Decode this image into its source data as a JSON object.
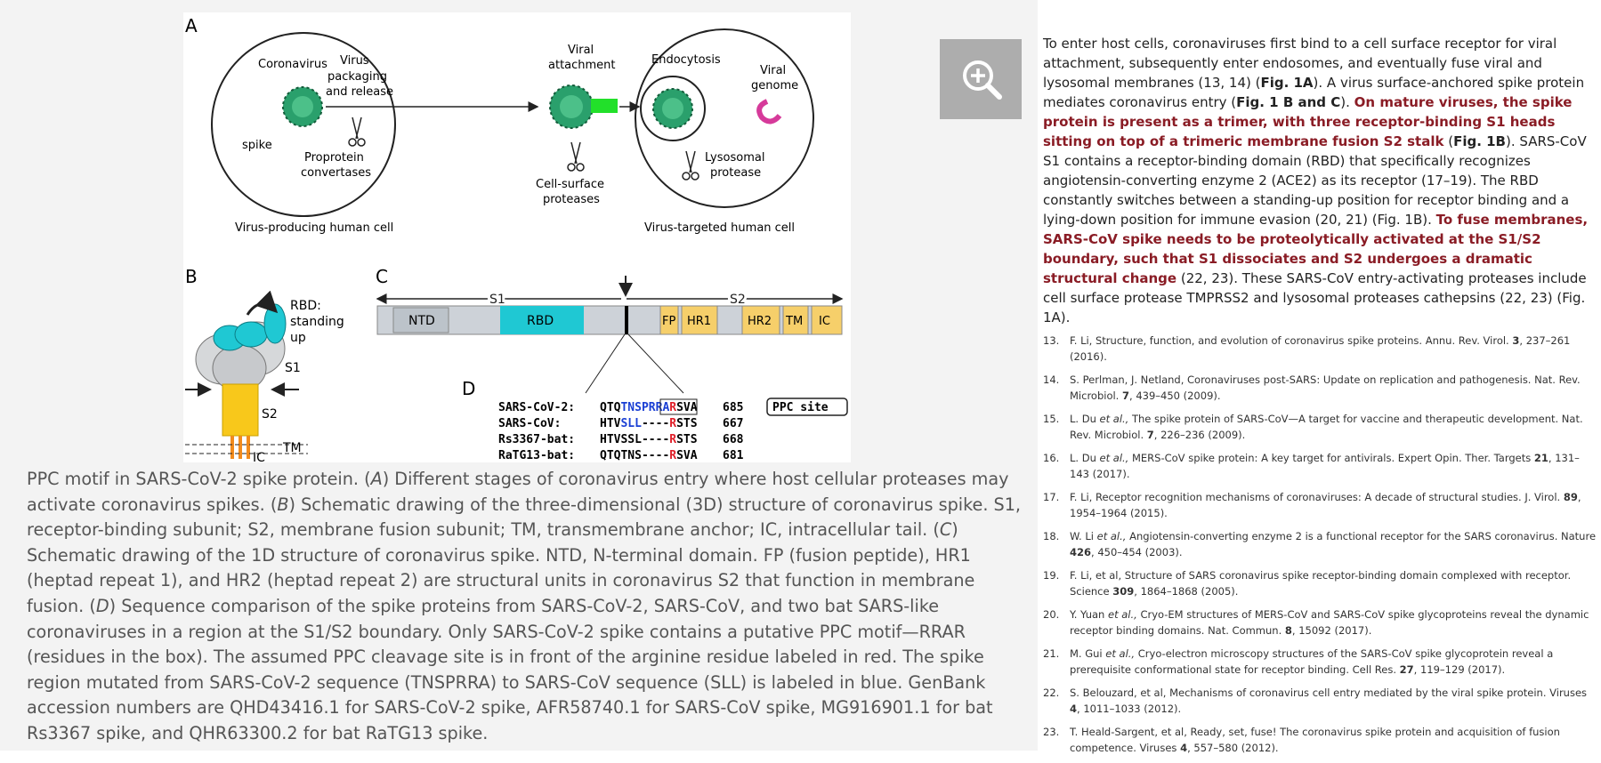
{
  "figure": {
    "panels": {
      "a": "A",
      "b": "B",
      "c": "C",
      "d": "D"
    },
    "panel_a": {
      "coronavirus": "Coronavirus",
      "virus_packaging": [
        "Virus",
        "packaging",
        "and release"
      ],
      "spike": "spike",
      "proprotein": [
        "Proprotein",
        "convertases"
      ],
      "viral_attachment": [
        "Viral",
        "attachment"
      ],
      "cell_surface": [
        "Cell-surface",
        "proteases"
      ],
      "endocytosis": "Endocytosis",
      "viral_genome": [
        "Viral",
        "genome"
      ],
      "lysosomal": [
        "Lysosomal",
        "protease"
      ],
      "producing_cell": "Virus-producing human cell",
      "targeted_cell": "Virus-targeted human cell"
    },
    "panel_b": {
      "rbd": [
        "RBD:",
        "standing",
        "up"
      ],
      "s1": "S1",
      "s2": "S2",
      "tm": "TM",
      "ic": "IC"
    },
    "panel_c": {
      "s1": "S1",
      "s2": "S2",
      "domains": [
        "NTD",
        "RBD",
        "FP",
        "HR1",
        "HR2",
        "TM",
        "IC"
      ]
    },
    "panel_d": {
      "ppc_site": "PPC site",
      "rows": [
        {
          "name": "SARS-CoV-2:",
          "p1": "QTQ",
          "p2": "TNSP",
          "p3": "RRA",
          "p4": "R",
          "p5": "SVA",
          "num": "685"
        },
        {
          "name": "SARS-CoV:",
          "p1": "HTV",
          "p2": "SLL",
          "p3": "----",
          "p4": "R",
          "p5": "STS",
          "num": "667"
        },
        {
          "name": "Rs3367-bat:",
          "p1": "HTVSSL",
          "p2": "",
          "p3": "----",
          "p4": "R",
          "p5": "STS",
          "num": "668"
        },
        {
          "name": "RaTG13-bat:",
          "p1": "QTQTNS",
          "p2": "",
          "p3": "----",
          "p4": "R",
          "p5": "SVA",
          "num": "681"
        }
      ]
    },
    "colors": {
      "rbd": "#1fc8d3",
      "yellow": "#f6cf6a",
      "grey": "#cdd2d8",
      "red": "#e0202a",
      "blue": "#1a3fd4",
      "virus": "#2aa06c"
    }
  },
  "zoom_icon": "zoom-in-icon",
  "caption": {
    "intro": "PPC motif in SARS-CoV-2 spike protein. (",
    "a": "A",
    "t1": ") Different stages of coronavirus entry where host cellular proteases may activate coronavirus spikes. (",
    "b": "B",
    "t2": ") Schematic drawing of the three-dimensional (3D) structure of coronavirus spike. S1, receptor-binding subunit; S2, membrane fusion subunit; TM, transmembrane anchor; IC, intracellular tail. (",
    "c": "C",
    "t3": ") Schematic drawing of the 1D structure of coronavirus spike. NTD, N-terminal domain. FP (fusion peptide), HR1 (heptad repeat 1), and HR2 (heptad repeat 2) are structural units in coronavirus S2 that function in membrane fusion. (",
    "d": "D",
    "t4": ") Sequence comparison of the spike proteins from SARS-CoV-2, SARS-CoV, and two bat SARS-like coronaviruses in a region at the S1/S2 boundary. Only SARS-CoV-2 spike contains a putative PPC motif—RRAR (residues in the box). The assumed PPC cleavage site is in front of the arginine residue labeled in red. The spike region mutated from SARS-CoV-2 sequence (TNSPRRA) to SARS-CoV sequence (SLL) is labeled in blue. GenBank accession numbers are QHD43416.1 for SARS-CoV-2 spike, AFR58740.1 for SARS-CoV spike, MG916901.1 for bat Rs3367 spike, and QHR63300.2 for bat RaTG13 spike."
  },
  "body": {
    "s1": "To enter host cells, coronaviruses first bind to a cell surface receptor for viral attachment, subsequently enter endosomes, and eventually fuse viral and lysosomal membranes (13, 14) (",
    "f1": "Fig. 1A",
    "s2": "). A virus surface-anchored spike protein mediates coronavirus entry (",
    "f2": "Fig. 1 B and C",
    "s3": "). ",
    "h1": "On mature viruses, the spike protein is present as a trimer, with three receptor-binding S1 heads sitting on top of a trimeric membrane fusion S2 stalk",
    "s4": " (",
    "f3": "Fig. 1B",
    "s5": "). SARS-CoV S1 contains a receptor-binding domain (RBD) that specifically recognizes angiotensin-converting enzyme 2 (ACE2) as its receptor (17–19). The RBD constantly switches between a standing-up position for receptor binding and a lying-down position for immune evasion (20, 21) (Fig. 1B). ",
    "h2": "To fuse membranes, SARS-CoV spike needs to be proteolytically activated at the S1/S2 boundary, such that S1 dissociates and S2 undergoes a dramatic structural change",
    "s6": " (22, 23). These SARS-CoV entry-activating proteases include cell surface protease TMPRSS2 and lysosomal proteases cathepsins (22, 23) (Fig. 1A)."
  },
  "references": [
    {
      "num": "13.",
      "pre": "F. Li, Structure, function, and evolution of coronavirus spike proteins. Annu. Rev. Virol. ",
      "vol": "3",
      "post": ", 237–261 (2016).",
      "etal": ""
    },
    {
      "num": "14.",
      "pre": "S. Perlman, J. Netland, Coronaviruses post-SARS: Update on replication and pathogenesis. Nat. Rev. Microbiol. ",
      "vol": "7",
      "post": ", 439–450 (2009).",
      "etal": ""
    },
    {
      "num": "15.",
      "pre": "L. Du ",
      "etal": "et al.,",
      "mid": " The spike protein of SARS-CoV—A target for vaccine and therapeutic development. Nat. Rev. Microbiol. ",
      "vol": "7",
      "post": ", 226–236 (2009)."
    },
    {
      "num": "16.",
      "pre": "L. Du ",
      "etal": "et al.,",
      "mid": " MERS-CoV spike protein: A key target for antivirals. Expert Opin. Ther. Targets ",
      "vol": "21",
      "post": ", 131–143 (2017)."
    },
    {
      "num": "17.",
      "pre": "F. Li, Receptor recognition mechanisms of coronaviruses: A decade of structural studies. J. Virol. ",
      "vol": "89",
      "post": ", 1954–1964 (2015).",
      "etal": ""
    },
    {
      "num": "18.",
      "pre": "W. Li ",
      "etal": "et al.,",
      "mid": " Angiotensin-converting enzyme 2 is a functional receptor for the SARS coronavirus. Nature ",
      "vol": "426",
      "post": ", 450–454 (2003)."
    },
    {
      "num": "19.",
      "pre": "F. Li, et al, Structure of SARS coronavirus spike receptor-binding domain complexed with receptor. Science ",
      "vol": "309",
      "post": ", 1864–1868 (2005).",
      "etal": ""
    },
    {
      "num": "20.",
      "pre": "Y. Yuan ",
      "etal": "et al.,",
      "mid": " Cryo-EM structures of MERS-CoV and SARS-CoV spike glycoproteins reveal the dynamic receptor binding domains. Nat. Commun. ",
      "vol": "8",
      "post": ", 15092 (2017)."
    },
    {
      "num": "21.",
      "pre": "M. Gui ",
      "etal": "et al.,",
      "mid": " Cryo-electron microscopy structures of the SARS-CoV spike glycoprotein reveal a prerequisite conformational state for receptor binding. Cell Res. ",
      "vol": "27",
      "post": ", 119–129 (2017)."
    },
    {
      "num": "22.",
      "pre": "S. Belouzard, et al, Mechanisms of coronavirus cell entry mediated by the viral spike protein. Viruses ",
      "vol": "4",
      "post": ", 1011–1033 (2012).",
      "etal": ""
    },
    {
      "num": "23.",
      "pre": "T. Heald-Sargent, et al, Ready, set, fuse! The coronavirus spike protein and acquisition of fusion competence. Viruses ",
      "vol": "4",
      "post": ", 557–580 (2012).",
      "etal": ""
    }
  ]
}
